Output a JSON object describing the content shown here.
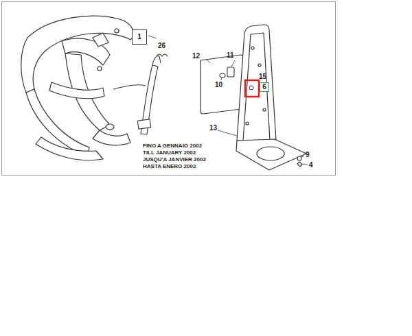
{
  "diagram": {
    "nodes": [
      {
        "text": [
          "1"
        ]
      },
      {
        "text": [
          "6"
        ]
      }
    ],
    "labels": [
      "26",
      "12",
      "11",
      "10",
      "15",
      "13",
      "9",
      "4",
      "FINO A GENNAIO 2002",
      "TILL JANUARY 2002",
      "JUSQU'A JANVIER 2002",
      "HASTA ENERO 2002"
    ]
  }
}
